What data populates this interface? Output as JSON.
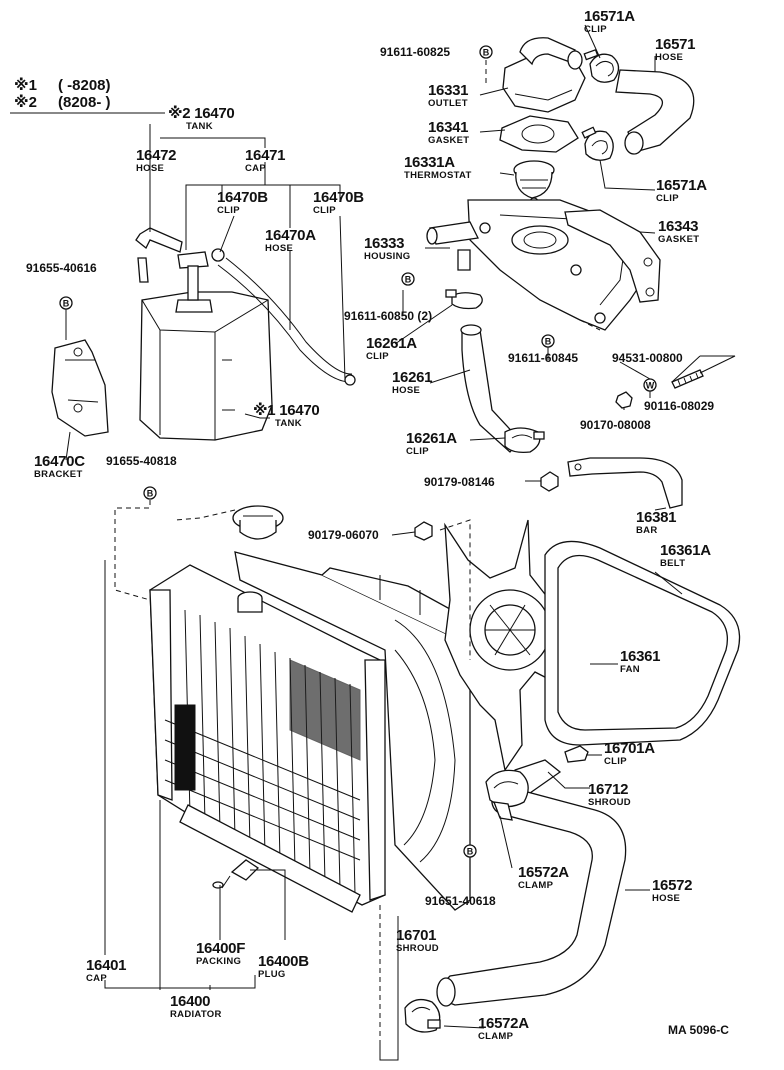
{
  "legend": {
    "line1_mark": "※1",
    "line1_range": "(        -8208)",
    "line2_mark": "※2",
    "line2_range": "(8208-          )"
  },
  "parts": [
    {
      "id": "p16571A_top",
      "number": "16571A",
      "name": "CLIP"
    },
    {
      "id": "p16571",
      "number": "16571",
      "name": "HOSE"
    },
    {
      "id": "p16331",
      "number": "16331",
      "name": "OUTLET"
    },
    {
      "id": "p16341",
      "number": "16341",
      "name": "GASKET"
    },
    {
      "id": "p16331A",
      "number": "16331A",
      "name": "THERMOSTAT"
    },
    {
      "id": "p16571A_mid",
      "number": "16571A",
      "name": "CLIP"
    },
    {
      "id": "p16343",
      "number": "16343",
      "name": "GASKET"
    },
    {
      "id": "p16333",
      "number": "16333",
      "name": "HOUSING"
    },
    {
      "id": "p16261A_top",
      "number": "16261A",
      "name": "CLIP"
    },
    {
      "id": "p16261",
      "number": "16261",
      "name": "HOSE"
    },
    {
      "id": "p16261A_bot",
      "number": "16261A",
      "name": "CLIP"
    },
    {
      "id": "p16470_top",
      "number": "※2 16470",
      "name": "TANK"
    },
    {
      "id": "p16472",
      "number": "16472",
      "name": "HOSE"
    },
    {
      "id": "p16471",
      "number": "16471",
      "name": "CAP"
    },
    {
      "id": "p16470B_a",
      "number": "16470B",
      "name": "CLIP"
    },
    {
      "id": "p16470B_b",
      "number": "16470B",
      "name": "CLIP"
    },
    {
      "id": "p16470A",
      "number": "16470A",
      "name": "HOSE"
    },
    {
      "id": "p16470_bot",
      "number": "※1 16470",
      "name": "TANK"
    },
    {
      "id": "p16470C",
      "number": "16470C",
      "name": "BRACKET"
    },
    {
      "id": "p16381",
      "number": "16381",
      "name": "BAR"
    },
    {
      "id": "p16361A",
      "number": "16361A",
      "name": "BELT"
    },
    {
      "id": "p16361",
      "number": "16361",
      "name": "FAN"
    },
    {
      "id": "p16701A",
      "number": "16701A",
      "name": "CLIP"
    },
    {
      "id": "p16712",
      "number": "16712",
      "name": "SHROUD"
    },
    {
      "id": "p16572A_mid",
      "number": "16572A",
      "name": "CLAMP"
    },
    {
      "id": "p16572",
      "number": "16572",
      "name": "HOSE"
    },
    {
      "id": "p16701",
      "number": "16701",
      "name": "SHROUD"
    },
    {
      "id": "p16572A_bot",
      "number": "16572A",
      "name": "CLAMP"
    },
    {
      "id": "p16400F",
      "number": "16400F",
      "name": "PACKING"
    },
    {
      "id": "p16400B",
      "number": "16400B",
      "name": "PLUG"
    },
    {
      "id": "p16401",
      "number": "16401",
      "name": "CAP"
    },
    {
      "id": "p16400",
      "number": "16400",
      "name": "RADIATOR"
    }
  ],
  "codes": [
    {
      "id": "c91611_60825",
      "text": "91611-60825"
    },
    {
      "id": "c91655_40616",
      "text": "91655-40616"
    },
    {
      "id": "c91611_60850",
      "text": "91611-60850 (2)"
    },
    {
      "id": "c91611_60845",
      "text": "91611-60845"
    },
    {
      "id": "c94531_00800",
      "text": "94531-00800"
    },
    {
      "id": "c90116_08029",
      "text": "90116-08029"
    },
    {
      "id": "c90170_08008",
      "text": "90170-08008"
    },
    {
      "id": "c90179_08146",
      "text": "90179-08146"
    },
    {
      "id": "c91655_40818",
      "text": "91655-40818"
    },
    {
      "id": "c90179_06070",
      "text": "90179-06070"
    },
    {
      "id": "c91651_40618",
      "text": "91651-40618"
    }
  ],
  "marks": {
    "b": "B",
    "w": "W"
  },
  "footer": "MA 5096-C"
}
